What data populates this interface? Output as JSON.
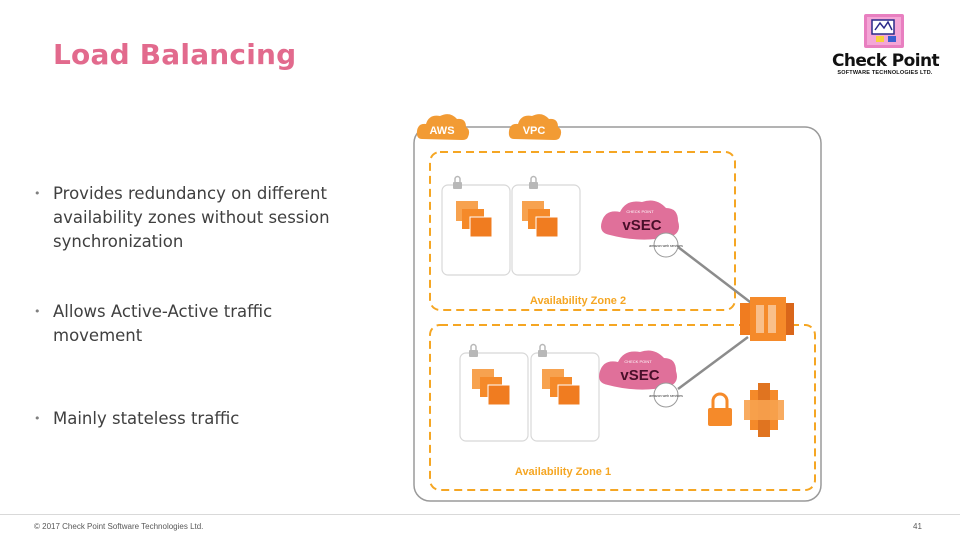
{
  "slide": {
    "title": "Load Balancing",
    "bullets": [
      "Provides redundancy on different availability zones without session synchronization",
      "Allows Active-Active traffic movement",
      "Mainly stateless traffic"
    ]
  },
  "logo": {
    "name": "Check Point",
    "subtitle": "SOFTWARE TECHNOLOGIES LTD."
  },
  "diagram": {
    "aws_label": "AWS",
    "vpc_label": "VPC",
    "zone_top_label": "Availability Zone 2",
    "zone_bottom_label": "Availability Zone 1",
    "vsec_label": "vSEC",
    "vsec_small_label": "CHECK POINT",
    "badge_label": "amazon web services"
  },
  "footer": {
    "copyright": "© 2017 Check Point Software Technologies Ltd.",
    "page_number": "41"
  },
  "colors": {
    "title": "#e26a8d",
    "aws_orange": "#f29b34",
    "zone_dash": "#f5a623",
    "vsec_pink": "#e0709a",
    "instance_orange": "#f07c20"
  }
}
